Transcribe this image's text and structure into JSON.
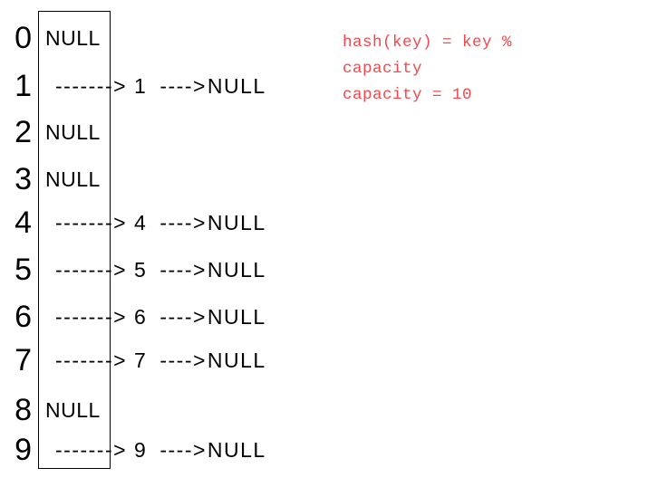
{
  "diagram": {
    "description": "hash table with separate chaining, capacity 10",
    "buckets": [
      {
        "index": "0",
        "type": "empty",
        "label": "NULL"
      },
      {
        "index": "1",
        "type": "chain",
        "arrow1": "------->",
        "value": "1",
        "arrow2": "---->",
        "terminal": "NULL"
      },
      {
        "index": "2",
        "type": "empty",
        "label": "NULL"
      },
      {
        "index": "3",
        "type": "empty",
        "label": "NULL"
      },
      {
        "index": "4",
        "type": "chain",
        "arrow1": "------->",
        "value": "4",
        "arrow2": "---->",
        "terminal": "NULL"
      },
      {
        "index": "5",
        "type": "chain",
        "arrow1": "------->",
        "value": "5",
        "arrow2": "---->",
        "terminal": "NULL"
      },
      {
        "index": "6",
        "type": "chain",
        "arrow1": "------->",
        "value": "6",
        "arrow2": "---->",
        "terminal": "NULL"
      },
      {
        "index": "7",
        "type": "chain",
        "arrow1": "------->",
        "value": "7",
        "arrow2": "---->",
        "terminal": "NULL"
      },
      {
        "index": "8",
        "type": "empty",
        "label": "NULL"
      },
      {
        "index": "9",
        "type": "chain",
        "arrow1": "------->",
        "value": "9",
        "arrow2": "---->",
        "terminal": "NULL"
      }
    ],
    "annotation": {
      "lines": [
        "hash(key) = key %",
        "capacity",
        "capacity = 10"
      ],
      "color": "#f0484c"
    }
  }
}
